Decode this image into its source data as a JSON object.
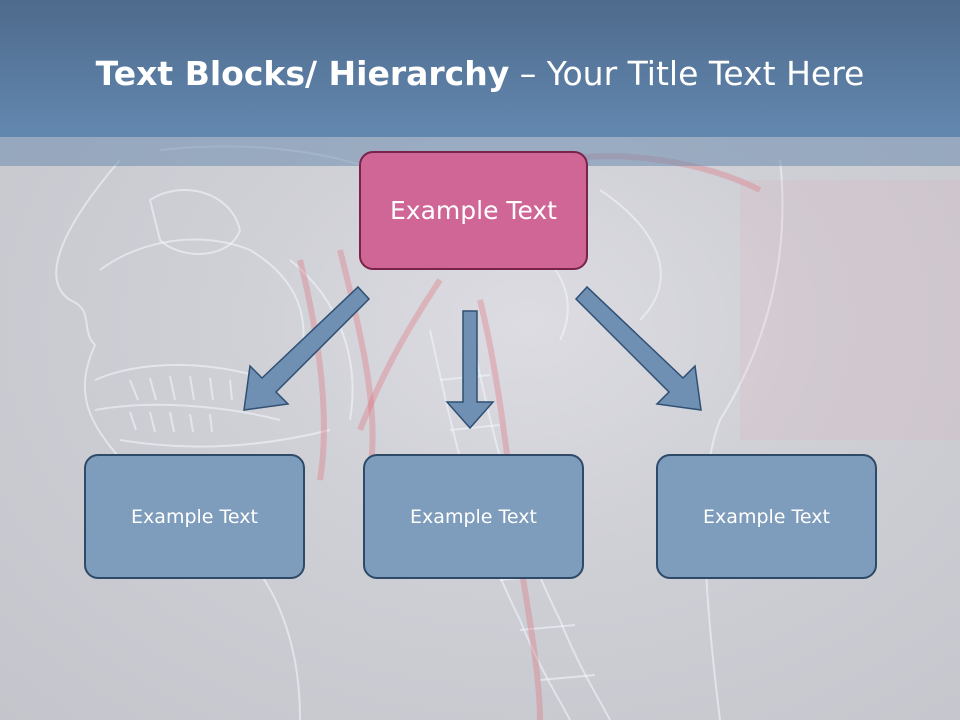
{
  "slide": {
    "title_bold": "Text Blocks/ Hierarchy",
    "title_rest": " – Your Title Text Here"
  },
  "hierarchy": {
    "top": "Example Text",
    "children": [
      "Example Text",
      "Example Text",
      "Example Text"
    ]
  },
  "colors": {
    "title_bar": "#6388b0",
    "top_box": "#cf6696",
    "child_box": "#7e9cbb",
    "arrow": "#6f8fb3"
  },
  "background_image": "x-ray-head-and-neck"
}
